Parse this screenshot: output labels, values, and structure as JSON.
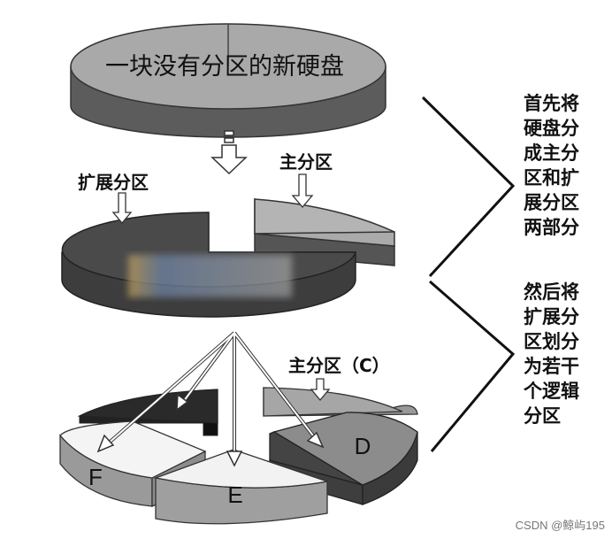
{
  "top_disk_label": "一块没有分区的新硬盘",
  "label_extended": "扩展分区",
  "label_primary": "主分区",
  "label_primary_c": "主分区（C）",
  "label_d": "D",
  "label_e": "E",
  "label_f": "F",
  "side_note_1": [
    "首先将",
    "硬盘分",
    "成主分",
    "区和扩",
    "展分区",
    "两部分"
  ],
  "side_note_2": [
    "然后将",
    "扩展分",
    "区划分",
    "为若干",
    "个逻辑",
    "分区"
  ],
  "watermark": "CSDN @鲸屿195"
}
